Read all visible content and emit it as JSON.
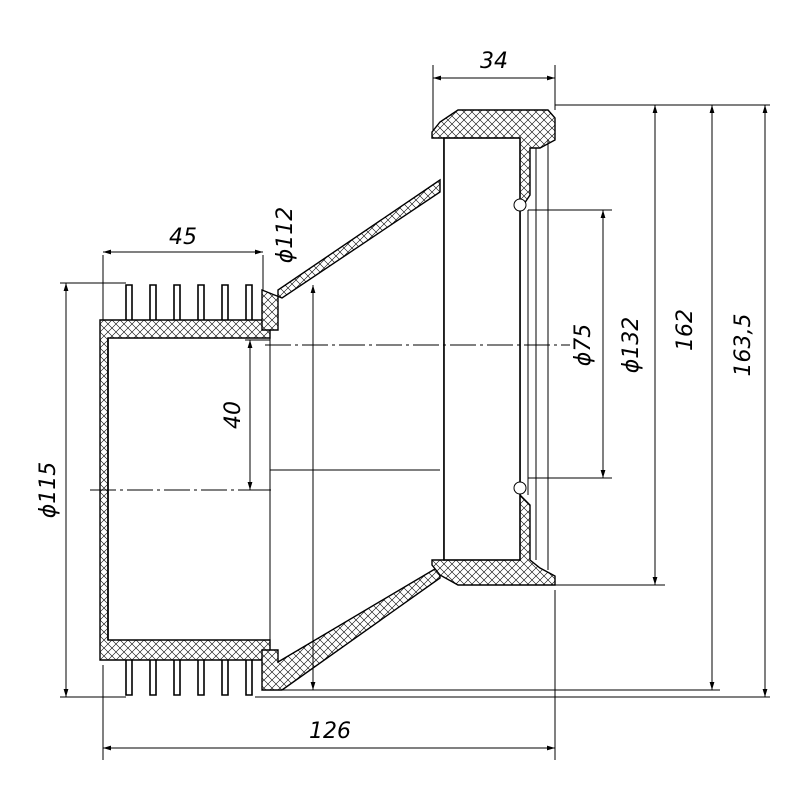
{
  "drawing": {
    "dimensions": {
      "width_top": "34",
      "socket_length": "45",
      "diameter_112": "ϕ112",
      "offset": "40",
      "diameter_75": "ϕ75",
      "diameter_132": "ϕ132",
      "height_162": "162",
      "height_163_5": "163,5",
      "diameter_115": "ϕ115",
      "total_length": "126"
    }
  }
}
